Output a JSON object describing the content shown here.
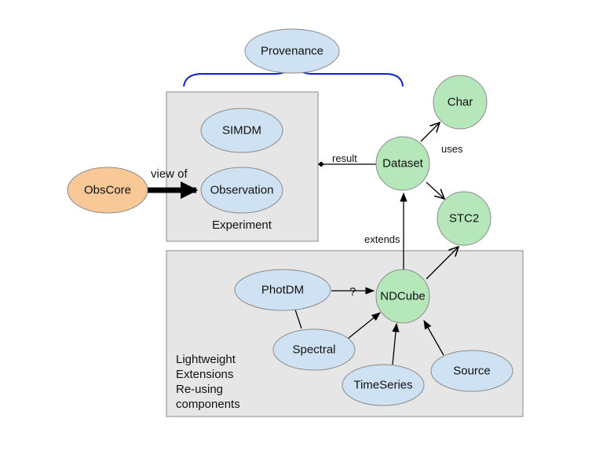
{
  "colors": {
    "blue_node": "#cfe2f3",
    "green_node": "#b6e7bb",
    "orange_node": "#f9c897",
    "node_stroke": "#8a8a8a",
    "container_fill": "#e6e6e6",
    "container_stroke": "#8a8a8a",
    "brace": "#0b1fd1",
    "edge": "#000000"
  },
  "containers": {
    "experiment": {
      "label": "Experiment"
    },
    "lightweight": {
      "lines": [
        "Lightweight",
        "Extensions",
        "Re-using",
        "components"
      ]
    }
  },
  "nodes": {
    "provenance": {
      "label": "Provenance",
      "kind": "blue"
    },
    "simdm": {
      "label": "SIMDM",
      "kind": "blue"
    },
    "observation": {
      "label": "Observation",
      "kind": "blue"
    },
    "obscore": {
      "label": "ObsCore",
      "kind": "orange"
    },
    "dataset": {
      "label": "Dataset",
      "kind": "green"
    },
    "char": {
      "label": "Char",
      "kind": "green"
    },
    "stc2": {
      "label": "STC2",
      "kind": "green"
    },
    "ndcube": {
      "label": "NDCube",
      "kind": "green"
    },
    "photdm": {
      "label": "PhotDM",
      "kind": "blue"
    },
    "spectral": {
      "label": "Spectral",
      "kind": "blue"
    },
    "timeseries": {
      "label": "TimeSeries",
      "kind": "blue"
    },
    "source": {
      "label": "Source",
      "kind": "blue"
    }
  },
  "edges": {
    "view_of": {
      "label": "view of",
      "from": "ObsCore",
      "to": "Observation"
    },
    "result": {
      "label": "result",
      "from": "Dataset",
      "to": "Experiment"
    },
    "uses": {
      "label": "uses",
      "from": "Dataset",
      "to": [
        "Char",
        "STC2"
      ]
    },
    "extends": {
      "label": "extends",
      "from": "NDCube",
      "to": "Dataset"
    },
    "photdm_ndcube": {
      "label": "?",
      "from": "PhotDM",
      "to": "NDCube"
    },
    "ndcube_stc2": {
      "label": "",
      "from": "NDCube",
      "to": "STC2"
    },
    "photdm_spectral": {
      "label": "",
      "from": "PhotDM",
      "to": "Spectral"
    },
    "spectral_ndcube": {
      "label": "",
      "from": "Spectral",
      "to": "NDCube"
    },
    "timeseries_ndcube": {
      "label": "",
      "from": "TimeSeries",
      "to": "NDCube"
    },
    "source_ndcube": {
      "label": "",
      "from": "Source",
      "to": "NDCube"
    }
  }
}
